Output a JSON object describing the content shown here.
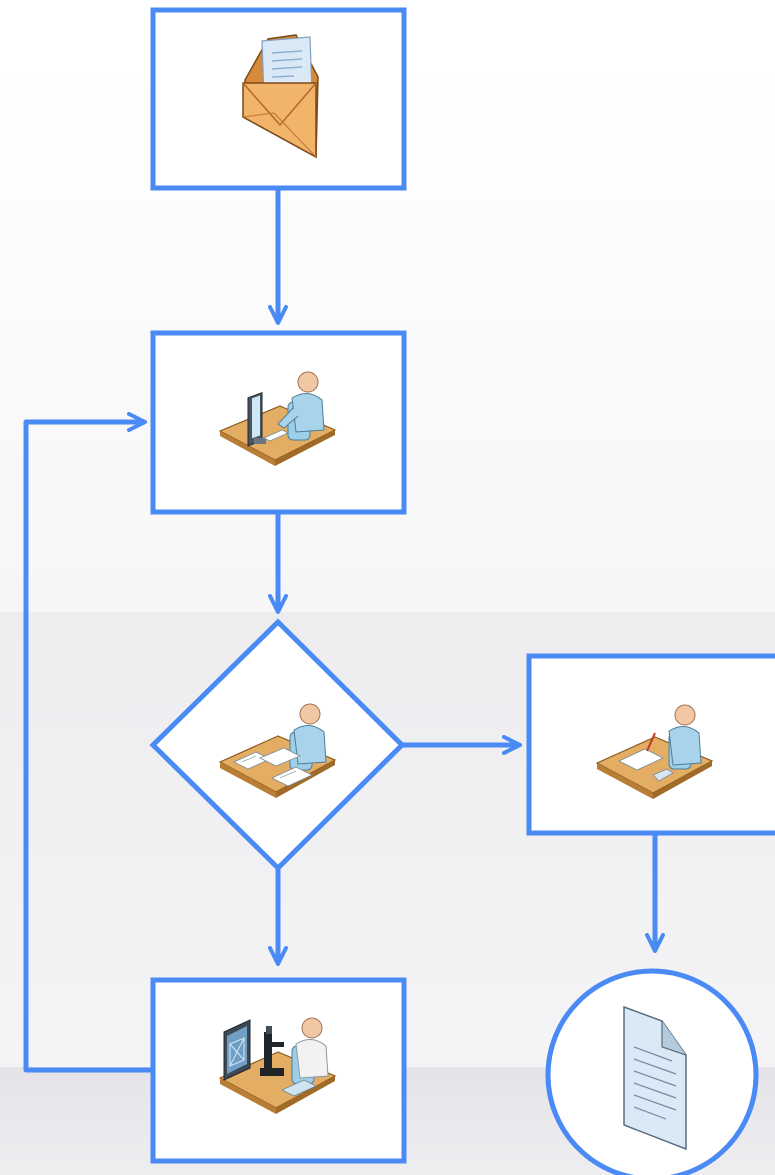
{
  "diagram": {
    "type": "flowchart",
    "nodes": [
      {
        "id": "incoming-mail",
        "shape": "rectangle",
        "icon": "open-envelope-icon"
      },
      {
        "id": "computer-work",
        "shape": "rectangle",
        "icon": "person-at-computer-icon"
      },
      {
        "id": "document-review",
        "shape": "diamond",
        "icon": "person-reviewing-papers-icon"
      },
      {
        "id": "writing",
        "shape": "rectangle",
        "icon": "person-writing-icon"
      },
      {
        "id": "lab-analysis",
        "shape": "rectangle",
        "icon": "person-with-microscope-icon"
      },
      {
        "id": "output-document",
        "shape": "circle",
        "icon": "document-icon"
      }
    ],
    "edges": [
      {
        "from": "incoming-mail",
        "to": "computer-work"
      },
      {
        "from": "computer-work",
        "to": "document-review"
      },
      {
        "from": "document-review",
        "to": "writing"
      },
      {
        "from": "document-review",
        "to": "lab-analysis"
      },
      {
        "from": "lab-analysis",
        "to": "computer-work"
      },
      {
        "from": "writing",
        "to": "output-document"
      }
    ]
  },
  "colors": {
    "stroke": "#4a8af4",
    "node_fill": "#ffffff",
    "band_light": "#f7f7f9",
    "band_mid": "#f2f2f4",
    "desk": "#d9a35a",
    "desk_edge": "#9a6a2a",
    "skin": "#f2c7a4",
    "shirt": "#a8d3ea",
    "envelope": "#e8a45a",
    "paper": "#e6f0fa"
  }
}
